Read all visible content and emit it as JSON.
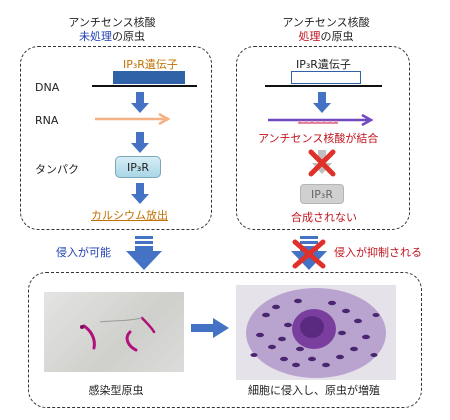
{
  "left": {
    "header_line1": "アンチセンス核酸",
    "header_line2_prefix": "未処理",
    "header_line2_suffix": "の原虫",
    "gene_label": "IP₃R遺伝子",
    "dna_label": "DNA",
    "rna_label": "RNA",
    "protein_label": "タンパク",
    "protein_box": "IP₃R",
    "outcome": "カルシウム放出"
  },
  "right": {
    "header_line1": "アンチセンス核酸",
    "header_line2_prefix": "処理",
    "header_line2_suffix": "の原虫",
    "gene_label": "IP₃R遺伝子",
    "binding_label": "アンチセンス核酸が結合",
    "protein_box": "IP₃R",
    "outcome": "合成されない"
  },
  "middle": {
    "left_arrow_label": "侵入が可能",
    "right_arrow_label": "侵入が抑制される"
  },
  "bottom": {
    "left_caption": "感染型原虫",
    "right_caption": "細胞に侵入し、原虫が増殖"
  },
  "colors": {
    "blue_text": "#1f3fb0",
    "red_text": "#c0141e",
    "orange_text": "#c07000",
    "arrow_blue": "#4472c4",
    "red_x": "#e0302a",
    "gene_box": "#2f62a6",
    "rna_orange": "#f4b183",
    "antisense_purple": "#7048c0"
  }
}
